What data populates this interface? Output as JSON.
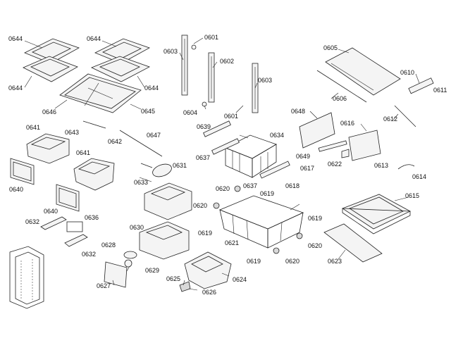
{
  "diagram": {
    "callouts": [
      "0644",
      "0644",
      "0644",
      "0644",
      "0646",
      "0645",
      "0641",
      "0643",
      "0642",
      "0647",
      "0641",
      "0640",
      "0640",
      "0632",
      "0636",
      "0632",
      "0601",
      "0603",
      "0602",
      "0603",
      "0604",
      "0601",
      "0605",
      "0610",
      "0611",
      "0606",
      "0612",
      "0648",
      "0616",
      "0649",
      "0617",
      "0622",
      "0613",
      "0614",
      "0639",
      "0634",
      "0637",
      "0637",
      "0618",
      "0631",
      "0633",
      "0620",
      "0619",
      "0620",
      "0619",
      "0619",
      "0621",
      "0620",
      "0619",
      "0620",
      "0615",
      "0630",
      "0628",
      "0629",
      "0627",
      "0623",
      "0625",
      "0626",
      "0624"
    ]
  }
}
